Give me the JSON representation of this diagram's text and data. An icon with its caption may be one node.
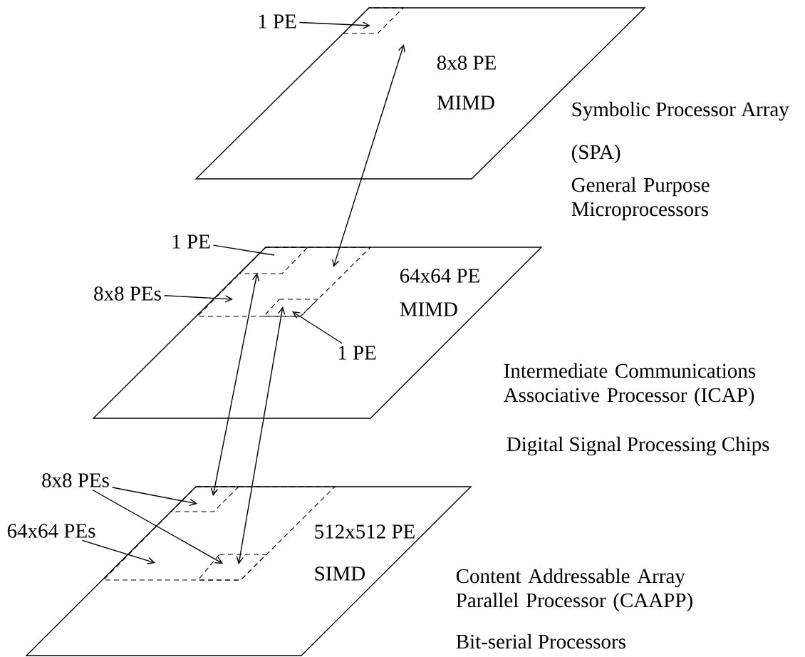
{
  "diagram": {
    "nodes": [
      {
        "text": [
          "8x8 PE",
          "MIMD"
        ],
        "beside": [
          "Symbolic Processor Array",
          "(SPA)",
          "General Purpose Microprocessors"
        ]
      },
      {
        "text": [],
        "shape": "parallelogram",
        "in": 0
      },
      {
        "text": [
          "1 PE"
        ]
      },
      {
        "text": [
          "64x64 PE",
          "MIMD"
        ],
        "beside": [
          "Intermediate Communications Associative Processor (ICAP)",
          "Digital Signal Processing Chips"
        ]
      },
      {
        "text": [],
        "shape": "parallelogram",
        "in": 5
      },
      {
        "text": [],
        "shape": "parallelogram",
        "in": 3
      },
      {
        "text": [],
        "shape": "parallelogram",
        "in": 5
      },
      {
        "text": [
          "1 PE"
        ]
      },
      {
        "text": [
          "8x8 PEs"
        ]
      },
      {
        "text": [
          "1 PE"
        ],
        "in": 3
      },
      {
        "text": [
          "512x512 PE",
          "SIMD"
        ],
        "beside": [
          "Content Addressable Array Parallel Processor (CAAPP)",
          "Bit-serial Processors"
        ]
      },
      {
        "text": [],
        "shape": "parallelogram",
        "in": 12
      },
      {
        "text": [],
        "shape": "parallelogram",
        "in": 10
      },
      {
        "text": [],
        "shape": "parallelogram",
        "in": 12
      },
      {
        "text": [
          "8x8 PEs"
        ]
      },
      {
        "text": [
          "64x64 PEs"
        ]
      }
    ],
    "edges": [
      {
        "from": 2,
        "to": 1,
        "arrow": "to"
      },
      {
        "from": 7,
        "to": 4,
        "arrow": "none"
      },
      {
        "from": 8,
        "to": 5,
        "arrow": "to"
      },
      {
        "from": 9,
        "to": 6,
        "arrow": "to"
      },
      {
        "from": 14,
        "to": 11,
        "arrow": "to"
      },
      {
        "from": 14,
        "to": 13,
        "arrow": "to"
      },
      {
        "from": 15,
        "to": 12,
        "arrow": "to"
      },
      {
        "from": 1,
        "to": 5,
        "arrow": "both"
      },
      {
        "from": 4,
        "to": 11,
        "arrow": "both"
      },
      {
        "from": 6,
        "to": 13,
        "arrow": "both"
      }
    ]
  }
}
